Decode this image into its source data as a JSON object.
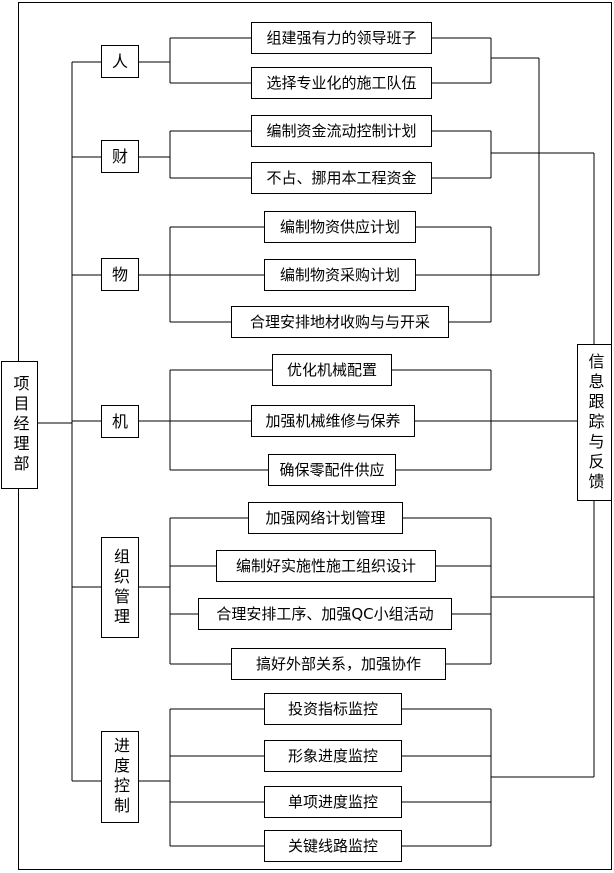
{
  "diagram": {
    "root": "项目经理部",
    "feedback": "信息跟踪与反馈",
    "categories": [
      {
        "label": "人",
        "items": [
          "组建强有力的领导班子",
          "选择专业化的施工队伍"
        ]
      },
      {
        "label": "财",
        "items": [
          "编制资金流动控制计划",
          "不占、挪用本工程资金"
        ]
      },
      {
        "label": "物",
        "items": [
          "编制物资供应计划",
          "编制物资采购计划",
          "合理安排地材收购与与开采"
        ]
      },
      {
        "label": "机",
        "items": [
          "优化机械配置",
          "加强机械维修与保养",
          "确保零配件供应"
        ]
      },
      {
        "label": "组织管理",
        "items": [
          "加强网络计划管理",
          "编制好实施性施工组织设计",
          "合理安排工序、加强QC小组活动",
          "搞好外部关系，加强协作"
        ]
      },
      {
        "label": "进度控制",
        "items": [
          "投资指标监控",
          "形象进度监控",
          "单项进度监控",
          "关键线路监控"
        ]
      }
    ]
  }
}
